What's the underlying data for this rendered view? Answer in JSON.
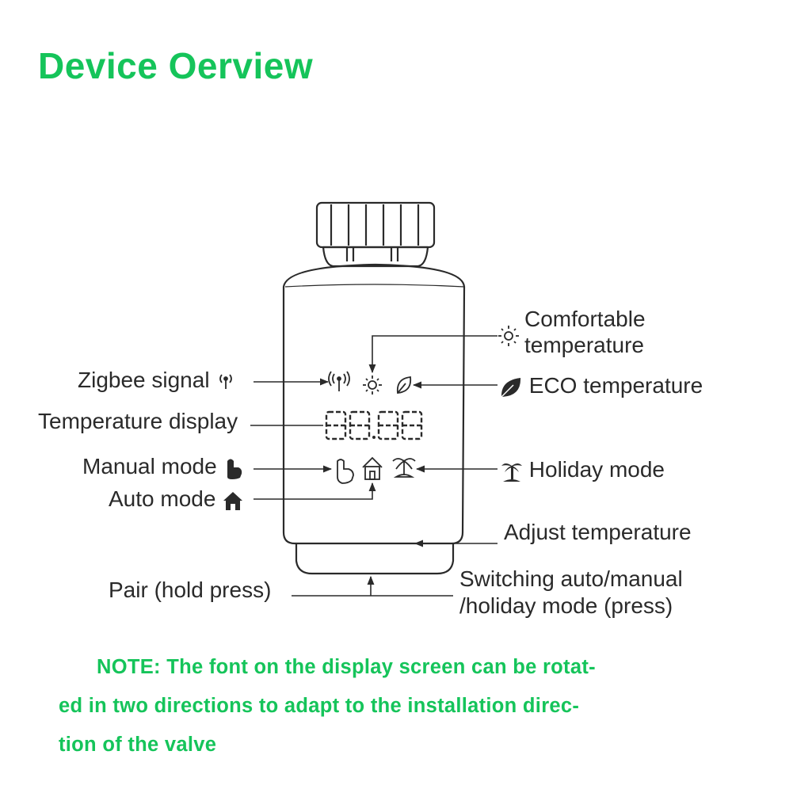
{
  "title": "Device Oerview",
  "colors": {
    "accent": "#15c45a",
    "line": "#2a2a2a"
  },
  "display": {
    "digits": "88.88"
  },
  "labels": {
    "zigbee": "Zigbee signal",
    "temp_display": "Temperature display",
    "manual": "Manual mode",
    "auto": "Auto mode",
    "pair": "Pair (hold press)",
    "comfort_line1": "Comfortable",
    "comfort_line2": "temperature",
    "eco": "ECO temperature",
    "holiday": "Holiday mode",
    "adjust": "Adjust temperature",
    "switching_line1": "Switching auto/manual",
    "switching_line2": "/holiday mode (press)"
  },
  "icons": {
    "zigbee": "antenna-signal-icon",
    "comfort": "sun-icon",
    "eco": "leaf-icon",
    "manual": "hand-pointer-icon",
    "auto": "house-icon",
    "holiday": "palm-tree-icon"
  },
  "note": {
    "line1": "NOTE: The font on the display screen can be rotat-",
    "line2": "ed in two directions to adapt to the installation direc-",
    "line3": "tion of the valve"
  }
}
